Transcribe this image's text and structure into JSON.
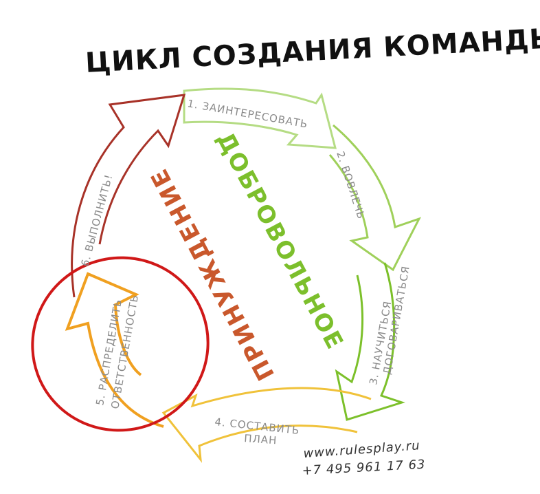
{
  "title": "ЦИКЛ СОЗДАНИЯ КОМАНДЫ",
  "steps": [
    {
      "label": "1. ЗАИНТЕРЕСОВАТЬ",
      "color": "#b5dc84"
    },
    {
      "label": "2. ВОВЛЕЧЬ",
      "color": "#9fd05a"
    },
    {
      "label": "3. НАУЧИТЬСЯ",
      "label2": "ДОГОВАРИВАТЬСЯ",
      "color": "#7cc02a"
    },
    {
      "label": "4. СОСТАВИТЬ",
      "label2": "ПЛАН",
      "color": "#f0c23a"
    },
    {
      "label": "5. РАСПРЕДЕЛИТЬ",
      "label2": "ОТВЕТСТВЕННОСТЬ",
      "color": "#f0a020"
    },
    {
      "label": "6. ВЫПОЛНИТЬ!",
      "color": "#a83228"
    }
  ],
  "zones": {
    "voluntary": "ДОБРОВОЛЬНОЕ",
    "coercion": "ПРИНУЖДЕНИЕ"
  },
  "highlight_color": "#d01818",
  "contact": {
    "website": "www.rulesplay.ru",
    "phone": "+7 495 961 17 63"
  }
}
